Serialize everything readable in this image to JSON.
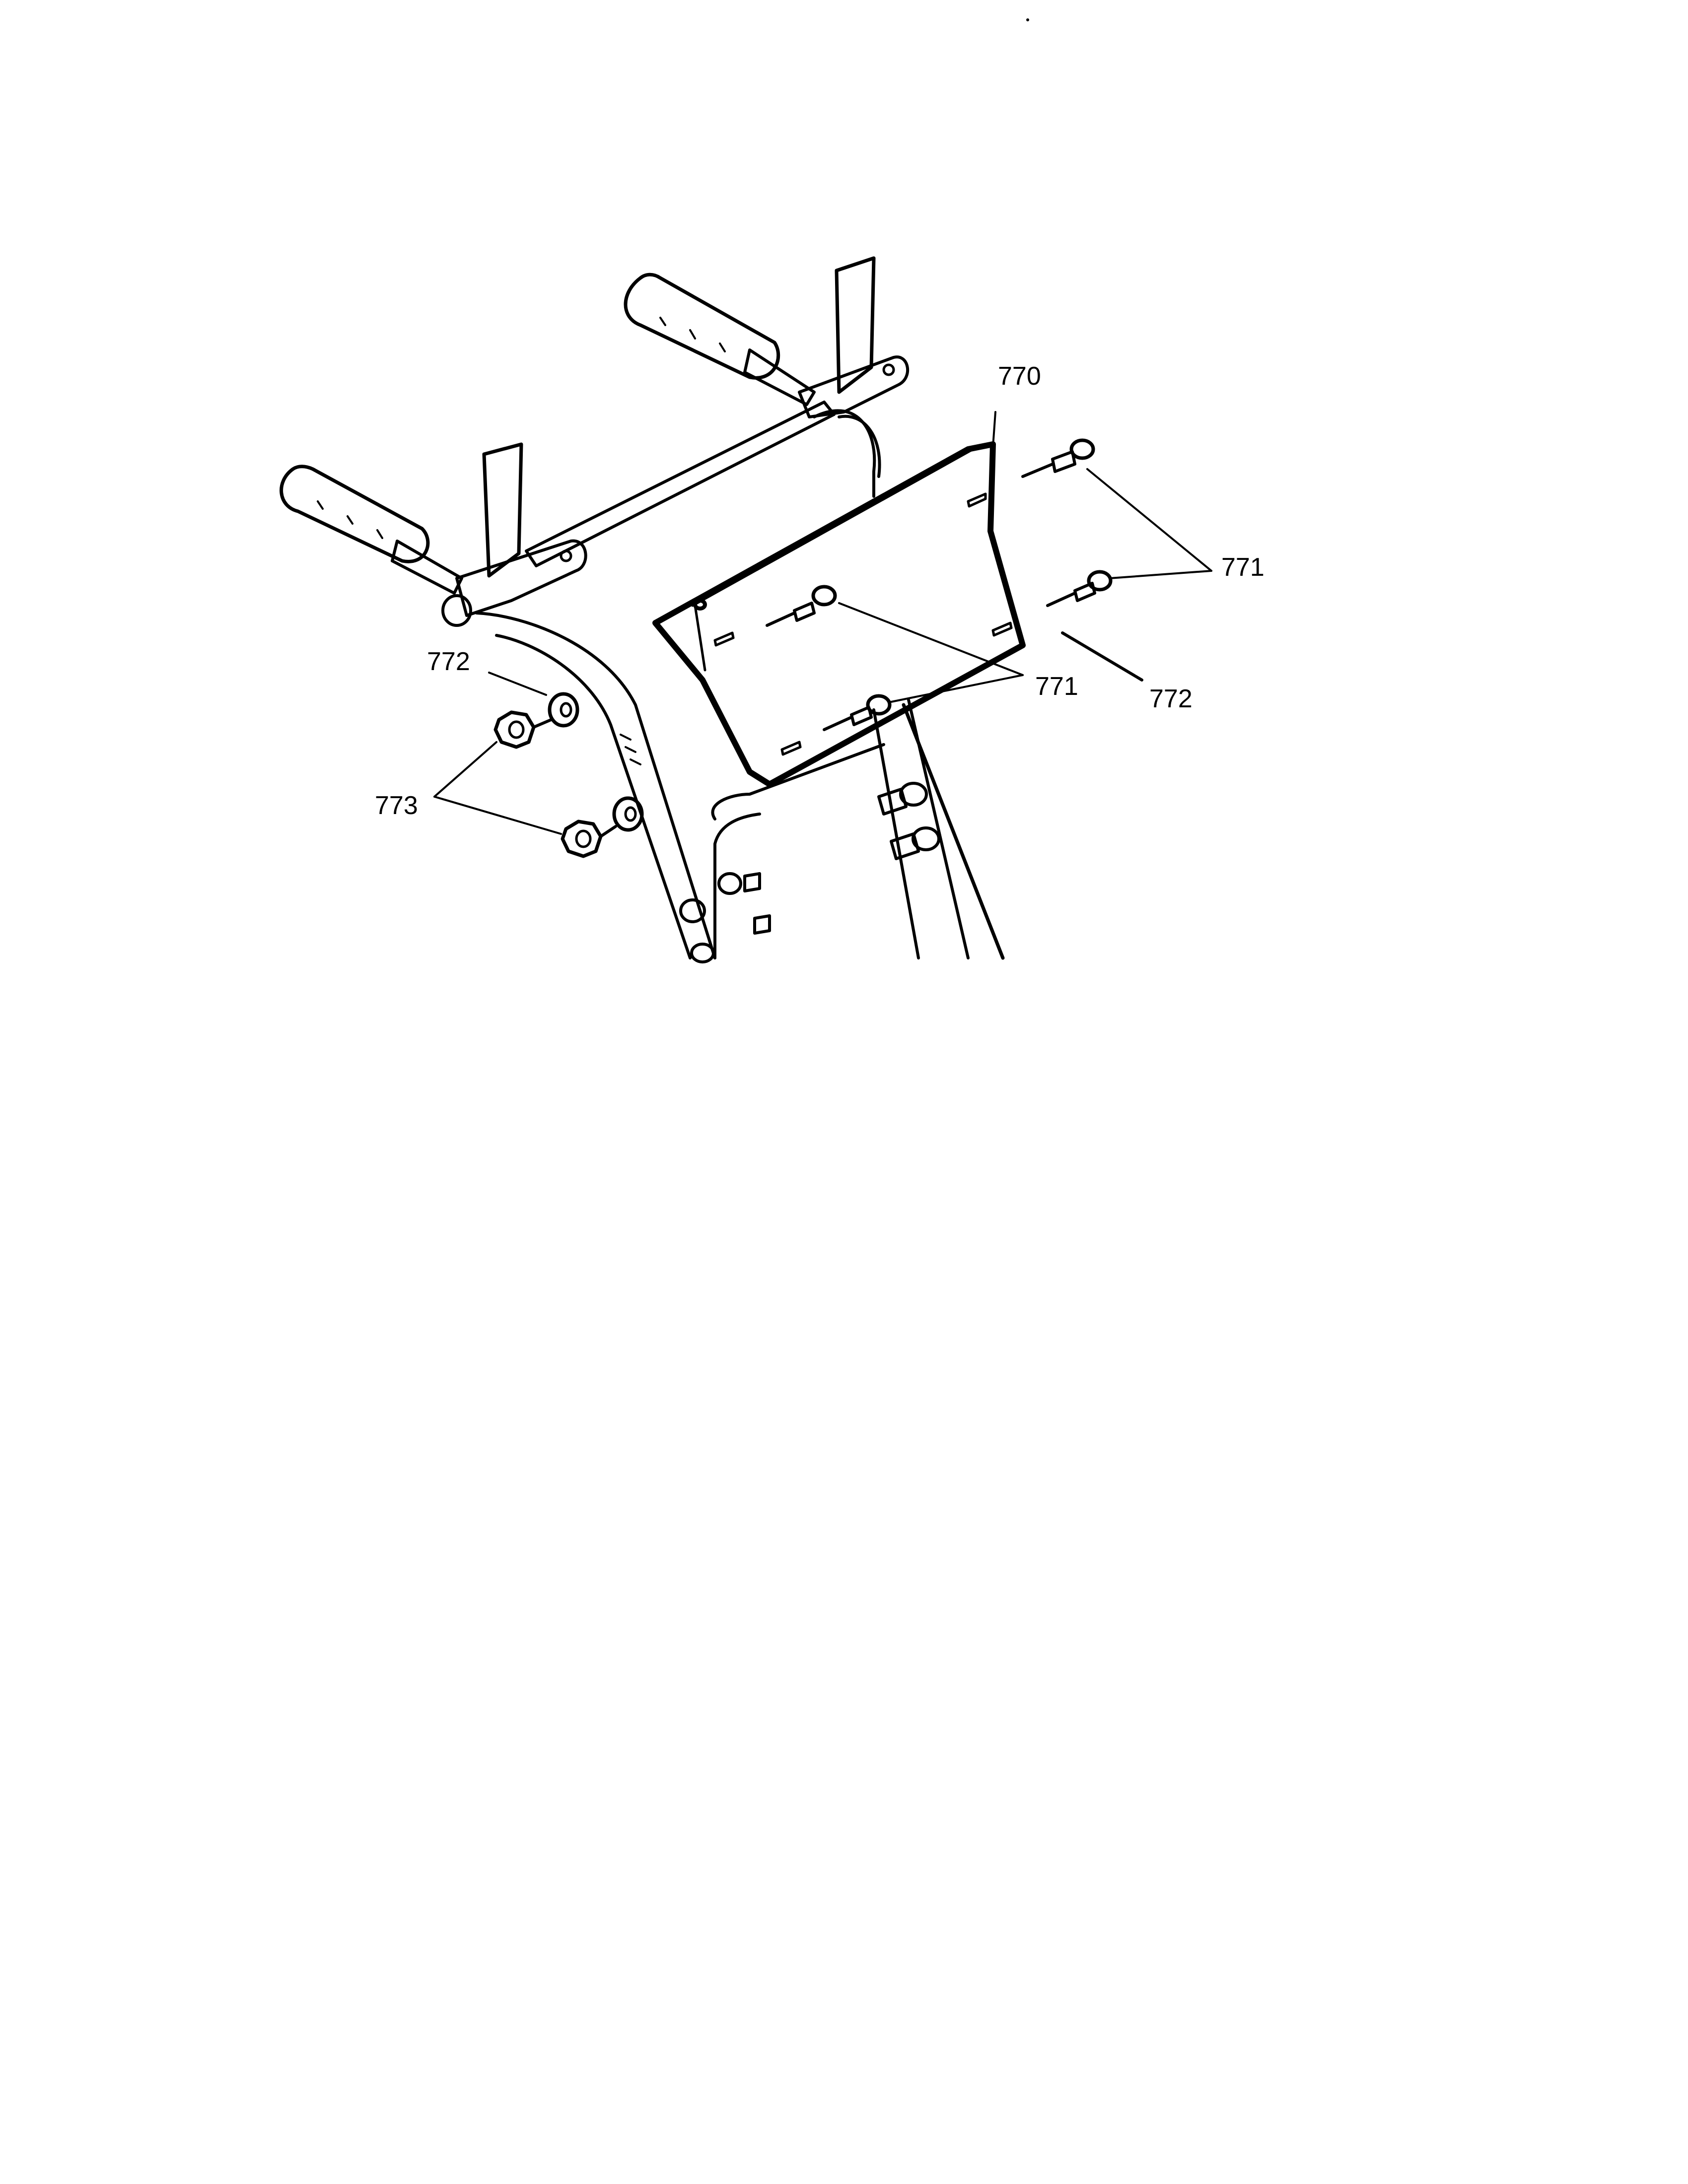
{
  "callouts": {
    "c770": "770",
    "c771_right": "771",
    "c771_center": "771",
    "c772_left": "772",
    "c772_right": "772",
    "c773": "773"
  },
  "colors": {
    "ink": "#000000",
    "paper": "#ffffff",
    "grip": "#1a1a1a"
  }
}
